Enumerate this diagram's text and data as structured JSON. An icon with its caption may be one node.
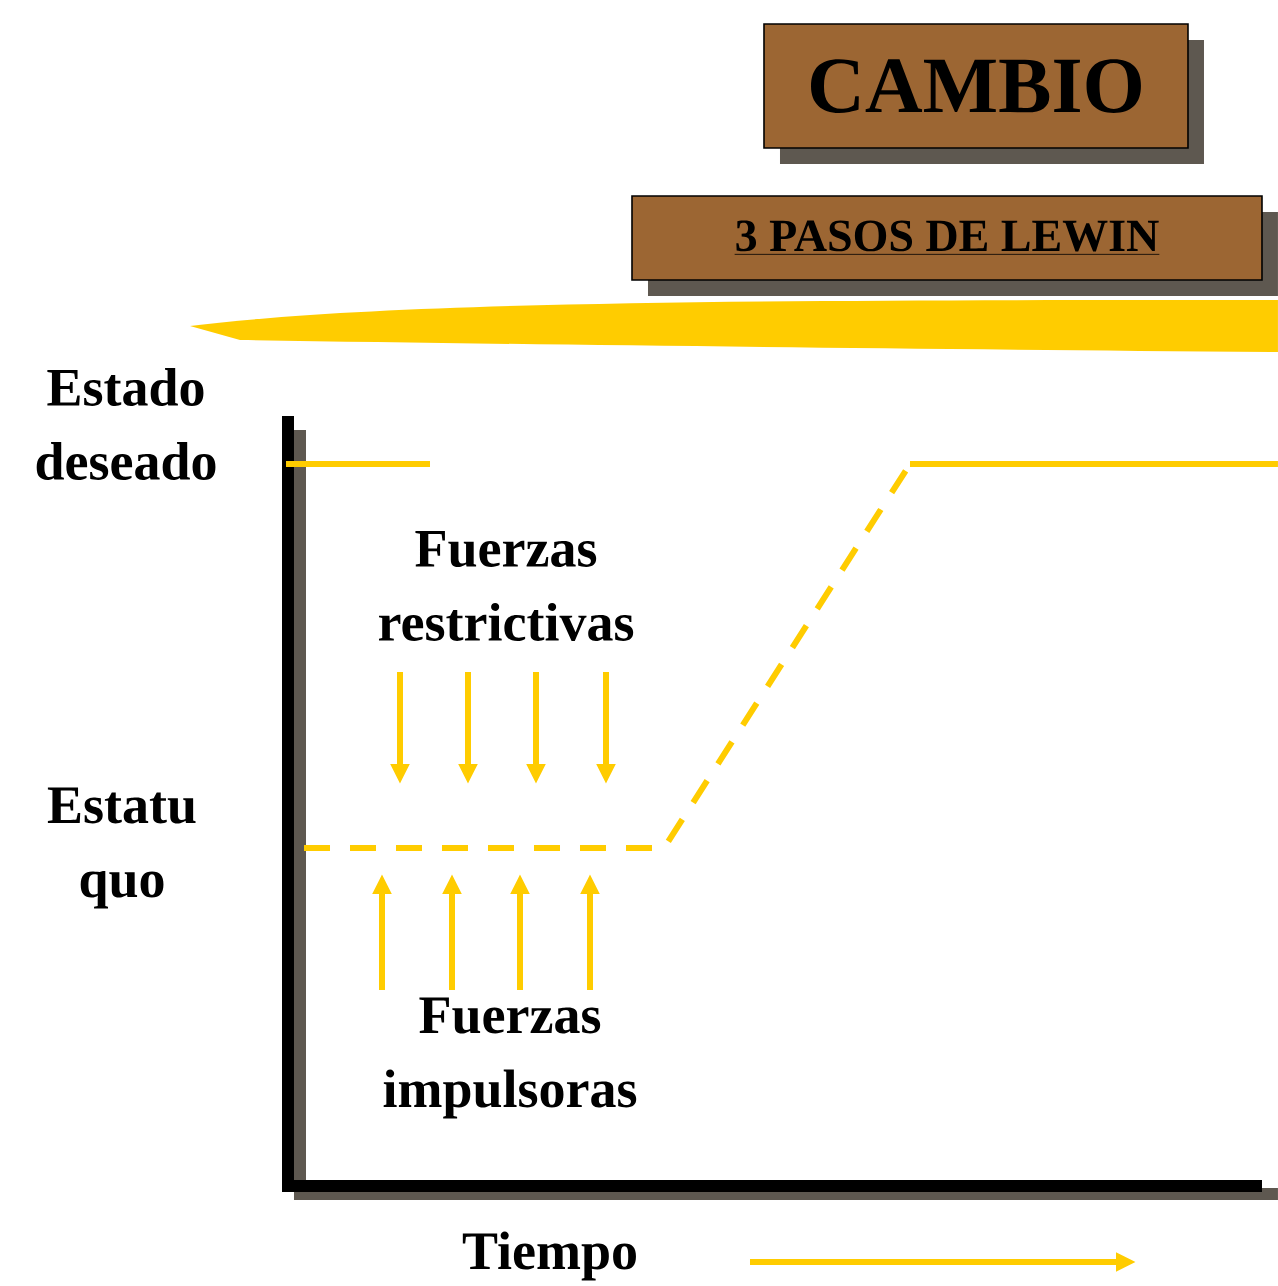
{
  "diagram": {
    "nodes": [
      {
        "text": [
          "CAMBIO"
        ]
      },
      {
        "text": [
          "3 PASOS DE LEWIN"
        ]
      }
    ],
    "labels": [
      "Estado deseado",
      "Fuerzas restrictivas",
      "Estatu quo",
      "Fuerzas impulsoras",
      "Tiempo"
    ]
  }
}
